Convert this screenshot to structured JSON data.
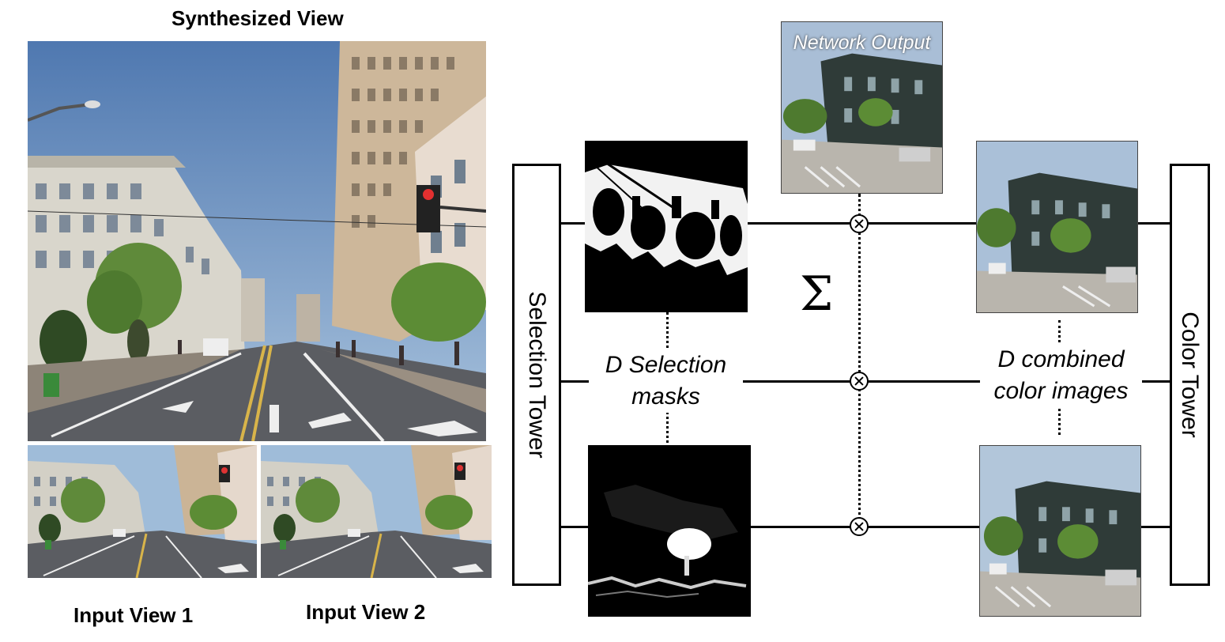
{
  "left_panel": {
    "synthesized_title": "Synthesized View",
    "input_view_1": "Input View 1",
    "input_view_2": "Input View 2"
  },
  "diagram": {
    "network_output_label": "Network Output",
    "selection_tower_label": "Selection Tower",
    "color_tower_label": "Color Tower",
    "selection_masks_label_line1": "D Selection",
    "selection_masks_label_line2": "masks",
    "combined_images_label_line1": "D combined",
    "combined_images_label_line2": "color images",
    "sum_symbol": "Σ"
  }
}
